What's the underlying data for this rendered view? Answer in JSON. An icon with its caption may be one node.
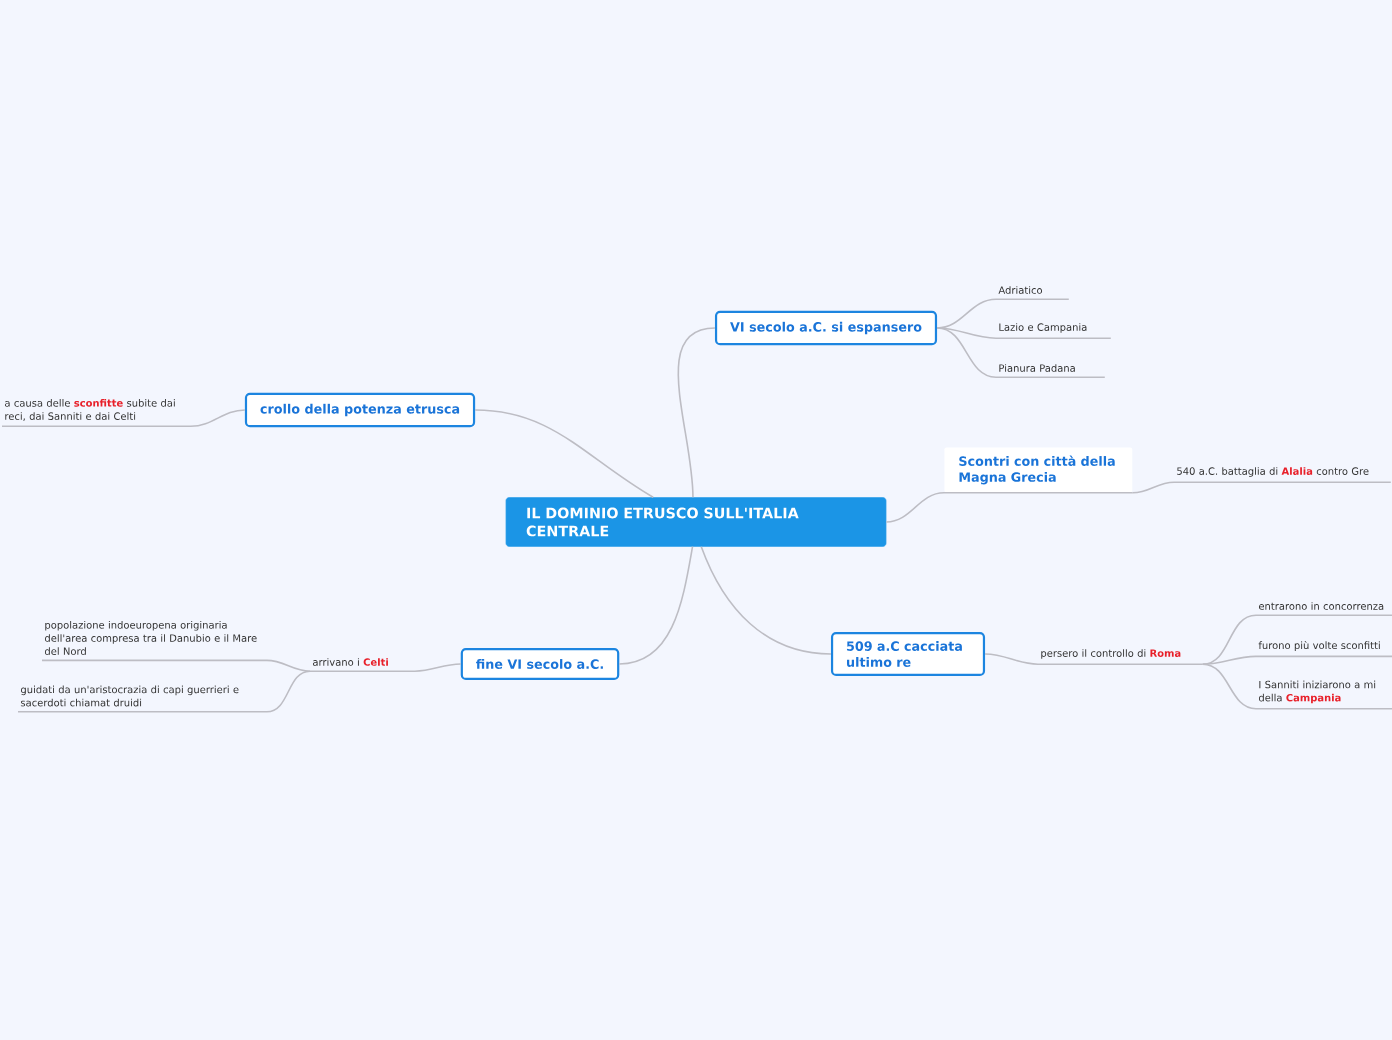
{
  "diagram": {
    "nodes": [
      {
        "text": [
          "IL DOMINIO ETRUSCO SULL'ITALIA CENTRALE"
        ]
      },
      {
        "text": [
          "VI secolo a.C. si espansero"
        ]
      },
      {
        "text": [
          "Adriatico"
        ]
      },
      {
        "text": [
          "Lazio e Campania"
        ]
      },
      {
        "text": [
          "Pianura Padana"
        ]
      },
      {
        "text": [
          "crollo della potenza etrusca"
        ]
      },
      {
        "text": [
          "a causa delle **sconfitte** subite dai reci, dai Sanniti e dai Celti"
        ]
      },
      {
        "text": [
          "Scontri con città della Magna Grecia"
        ]
      },
      {
        "text": [
          "540 a.C. battaglia di **Alalia** contro Gre"
        ]
      },
      {
        "text": [
          "fine VI secolo a.C."
        ]
      },
      {
        "text": [
          "arrivano i **Celti**"
        ]
      },
      {
        "text": [
          "popolazione indoeuropena originaria dell'area compresa tra il Danubio e il Mare del Nord"
        ]
      },
      {
        "text": [
          "guidati da un'aristocrazia di capi guerrieri e sacerdoti chiamat druidi"
        ]
      },
      {
        "text": [
          "509 a.C cacciata ultimo re"
        ]
      },
      {
        "text": [
          "persero il controllo di **Roma**"
        ]
      },
      {
        "text": [
          "entrarono in concorrenza"
        ]
      },
      {
        "text": [
          "furono più volte sconfitti"
        ]
      },
      {
        "text": [
          "I Sanniti iniziarono a mi della **Campania**"
        ]
      }
    ],
    "edges": [
      {
        "from": 0,
        "to": 1,
        "arrow": "none"
      },
      {
        "from": 0,
        "to": 5,
        "arrow": "none"
      },
      {
        "from": 0,
        "to": 7,
        "arrow": "none"
      },
      {
        "from": 0,
        "to": 9,
        "arrow": "none"
      },
      {
        "from": 0,
        "to": 13,
        "arrow": "none"
      },
      {
        "from": 1,
        "to": 2,
        "arrow": "none"
      },
      {
        "from": 1,
        "to": 3,
        "arrow": "none"
      },
      {
        "from": 1,
        "to": 4,
        "arrow": "none"
      },
      {
        "from": 5,
        "to": 6,
        "arrow": "none"
      },
      {
        "from": 7,
        "to": 8,
        "arrow": "none"
      },
      {
        "from": 9,
        "to": 10,
        "arrow": "none"
      },
      {
        "from": 10,
        "to": 11,
        "arrow": "none"
      },
      {
        "from": 10,
        "to": 12,
        "arrow": "none"
      },
      {
        "from": 13,
        "to": 14,
        "arrow": "none"
      },
      {
        "from": 14,
        "to": 15,
        "arrow": "none"
      },
      {
        "from": 14,
        "to": 16,
        "arrow": "none"
      },
      {
        "from": 14,
        "to": 17,
        "arrow": "none"
      }
    ]
  }
}
